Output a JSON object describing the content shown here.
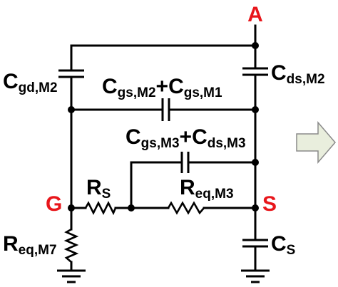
{
  "nodes": {
    "a": "A",
    "g": "G",
    "s": "S"
  },
  "labels": {
    "cgd_main": "C",
    "cgd_sub": "gd,M2",
    "cds_main": "C",
    "cds_sub": "ds,M2",
    "cgs12_c1": "C",
    "cgs12_sub1": "gs,M2",
    "cgs12_plus": "+",
    "cgs12_c2": "C",
    "cgs12_sub2": "gs,M1",
    "cgs3_c1": "C",
    "cgs3_sub1": "gs,M3",
    "cgs3_plus": "+",
    "cgs3_c2": "C",
    "cgs3_sub2": "ds,M3",
    "rs_main": "R",
    "rs_sub": "S",
    "req3_main": "R",
    "req3_sub": "eq,M3",
    "req7_main": "R",
    "req7_sub": "eq,M7",
    "cs_main": "C",
    "cs_sub": "S"
  },
  "colors": {
    "wire": "#000000",
    "node_label": "#e8161b",
    "arrow_fill": "#e9eedd",
    "arrow_stroke": "#8a8a8a"
  },
  "icons": {
    "arrow": "right-arrow-icon",
    "ground": "ground-icon"
  }
}
